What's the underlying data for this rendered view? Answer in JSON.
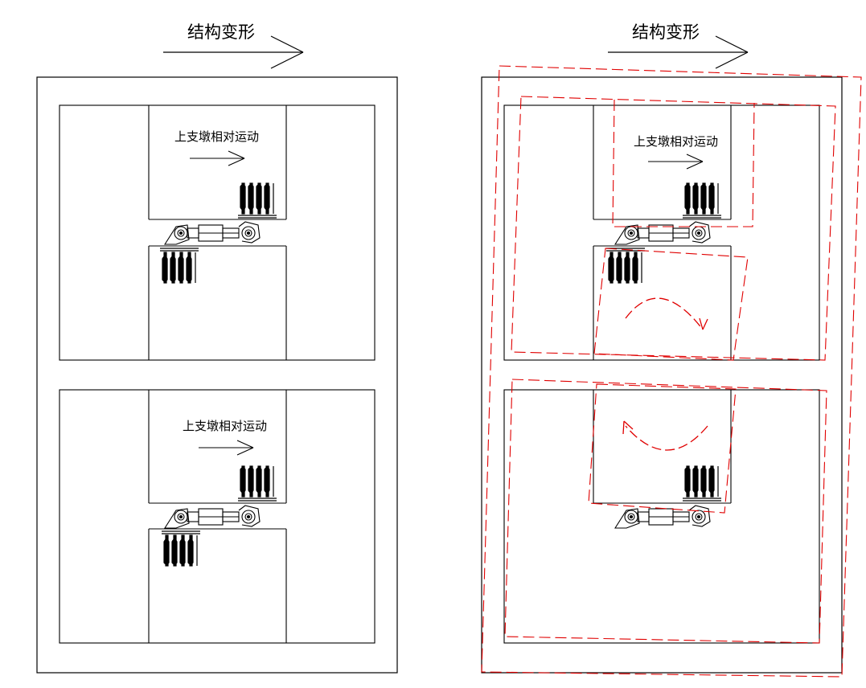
{
  "left_panel": {
    "title": "结构变形",
    "upper_unit": {
      "motion_label": "上支墩相对运动"
    },
    "lower_unit": {
      "motion_label": "上支墩相对运动"
    }
  },
  "right_panel": {
    "title": "结构变形",
    "upper_unit": {
      "motion_label": "上支墩相对运动"
    }
  },
  "colors": {
    "structure": "#000000",
    "deformed": "#e00000",
    "background": "#ffffff"
  },
  "icons": [
    "arrow-right-icon",
    "rotation-arrow-icon",
    "damper-icon",
    "anchor-bolt-icon"
  ]
}
